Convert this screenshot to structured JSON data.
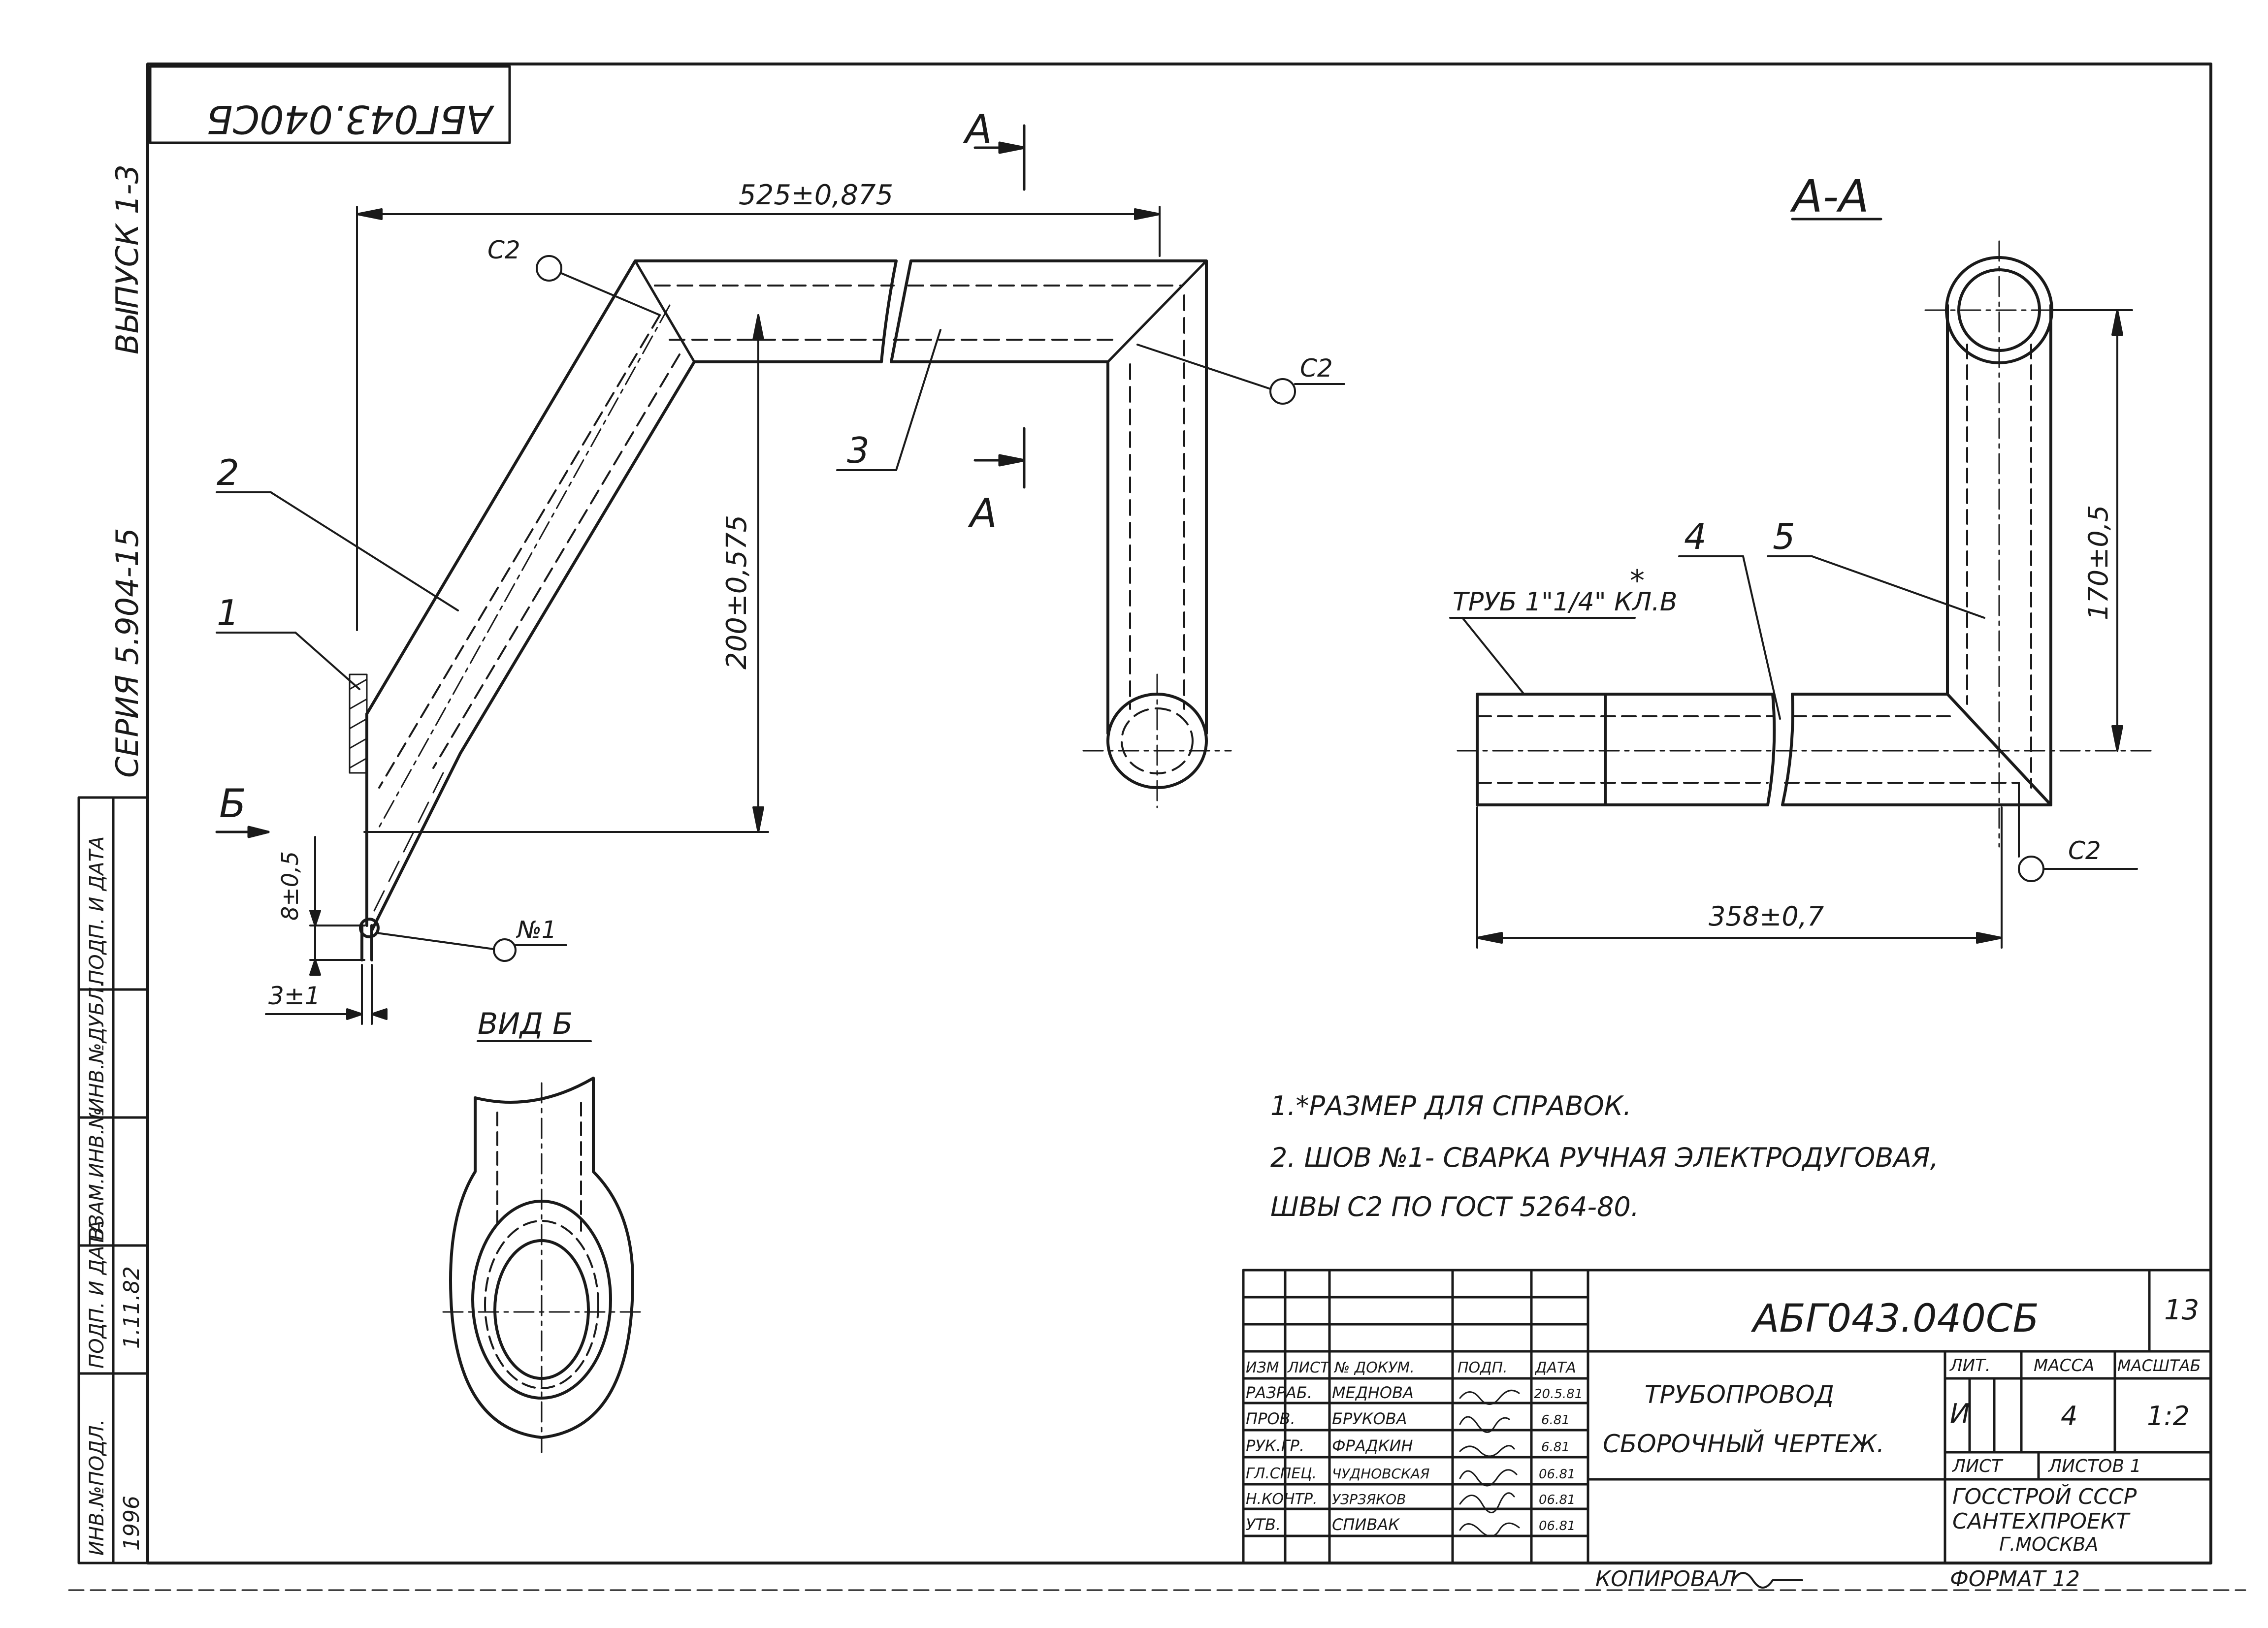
{
  "stamp": {
    "mirrored_code": "АБГ043.040СБ"
  },
  "left_margin": {
    "issue": "ВЫПУСК 1-3",
    "series": "СЕРИЯ 5.904-15",
    "strip_labels": [
      "ИНВ.№ПОДЛ.",
      "ПОДП. И ДАТА",
      "ВЗАМ.ИНВ.№",
      "ИНВ.№ДУБЛ.",
      "ПОДП. И ДАТА"
    ],
    "inv_value": "1996",
    "date_value": "1.11.82"
  },
  "main_view": {
    "section_mark": "А",
    "dim_width": "525±0,875",
    "dim_height": "200±0,575",
    "dim_8": "8±0,5",
    "dim_3": "3±1",
    "weld_c2_top": "С2",
    "weld_c2_right": "С2",
    "weld_n1": "№1",
    "pos1": "1",
    "pos2": "2",
    "pos3": "3",
    "view_b_arrow": "Б",
    "view_b_label": "ВИД Б"
  },
  "section_view": {
    "title": "А-А",
    "pipe_label": "ТРУБ 1\"1/4\" КЛ.В",
    "asterisk": "*",
    "pos4": "4",
    "pos5": "5",
    "dim_height": "170±0,5",
    "dim_width": "358±0,7",
    "weld_c2": "С2"
  },
  "notes": [
    "1.*РАЗМЕР  ДЛЯ  СПРАВОК.",
    "2. ШОВ №1- СВАРКА РУЧНАЯ ЭЛЕКТРОДУГОВАЯ,",
    "ШВЫ С2 ПО ГОСТ 5264-80."
  ],
  "title_block": {
    "doc_code": "АБГ043.040СБ",
    "title_line1": "ТРУБОПРОВОД",
    "title_line2": "СБОРОЧНЫЙ  ЧЕРТЕЖ.",
    "col_headers": [
      "ИЗМ",
      "ЛИСТ",
      "№ ДОКУМ.",
      "ПОДП.",
      "ДАТА"
    ],
    "rows": [
      {
        "role": "РАЗРАБ.",
        "name": "МЕДНОВА",
        "date": "20.5.81"
      },
      {
        "role": "ПРОВ.",
        "name": "БРУКОВА",
        "date": "6.81"
      },
      {
        "role": "РУК.ГР.",
        "name": "ФРАДКИН",
        "date": "6.81"
      },
      {
        "role": "ГЛ.СПЕЦ.",
        "name": "ЧУДНОВСКАЯ",
        "date": "06.81"
      },
      {
        "role": "Н.КОНТР.",
        "name": "УЗРЗЯКОВ",
        "date": "06.81"
      },
      {
        "role": "УТВ.",
        "name": "СПИВАК",
        "date": "06.81"
      }
    ],
    "lit_header": "ЛИТ.",
    "mass_header": "МАССА",
    "scale_header": "МАСШТАБ",
    "lit_value": "И",
    "mass_value": "4",
    "scale_value": "1:2",
    "sheet_label": "ЛИСТ",
    "sheets_label": "ЛИСТОВ 1",
    "org_line1": "ГОССТРОЙ  СССР",
    "org_line2": "САНТЕХПРОЕКТ",
    "org_line3": "Г.МОСКВА",
    "corner_mark": "13"
  },
  "footer": {
    "copied": "КОПИРОВАЛ",
    "format": "ФОРМАТ 12"
  }
}
